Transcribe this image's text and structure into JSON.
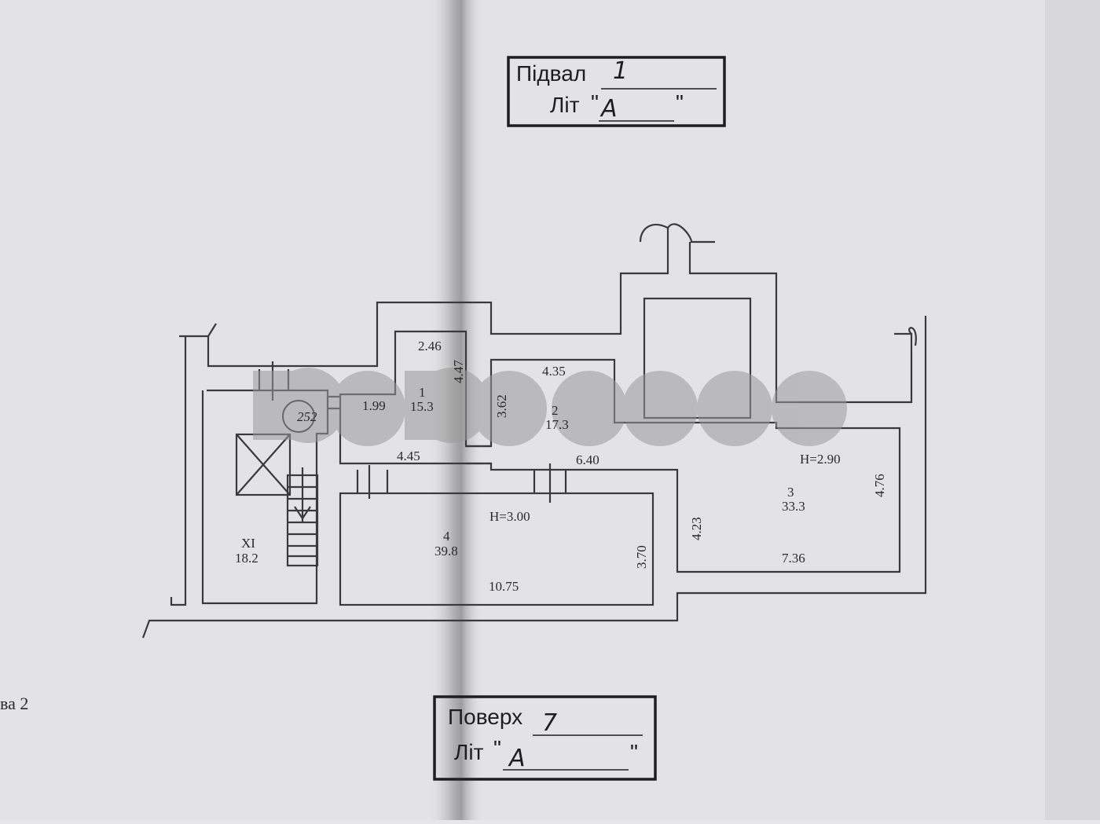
{
  "header_stamp": {
    "level_label": "Підвал",
    "level_value": "1",
    "lit_label": "Літ",
    "lit_value": "А"
  },
  "footer_stamp": {
    "level_label": "Поверх",
    "level_value": "7",
    "lit_label": "Літ",
    "lit_value": "А"
  },
  "side_text": "ва 2",
  "plan": {
    "marker": "252",
    "rooms": [
      {
        "id": "1",
        "area": "15.3"
      },
      {
        "id": "2",
        "area": "17.3"
      },
      {
        "id": "3",
        "area": "33.3"
      },
      {
        "id": "4",
        "area": "39.8"
      },
      {
        "id": "XI",
        "area": "18.2"
      }
    ],
    "dimensions": [
      "2.46",
      "4.47",
      "1.99",
      "4.45",
      "3.62",
      "4.35",
      "6.40",
      "H=2.90",
      "4.76",
      "4.23",
      "7.36",
      "H=3.00",
      "3.70",
      "10.75"
    ]
  },
  "colors": {
    "paper": "#e6e6e8",
    "ink": "#2a2a2a",
    "fold_shadow": "#8a8a8c",
    "watermark": "#9a9a9a"
  }
}
